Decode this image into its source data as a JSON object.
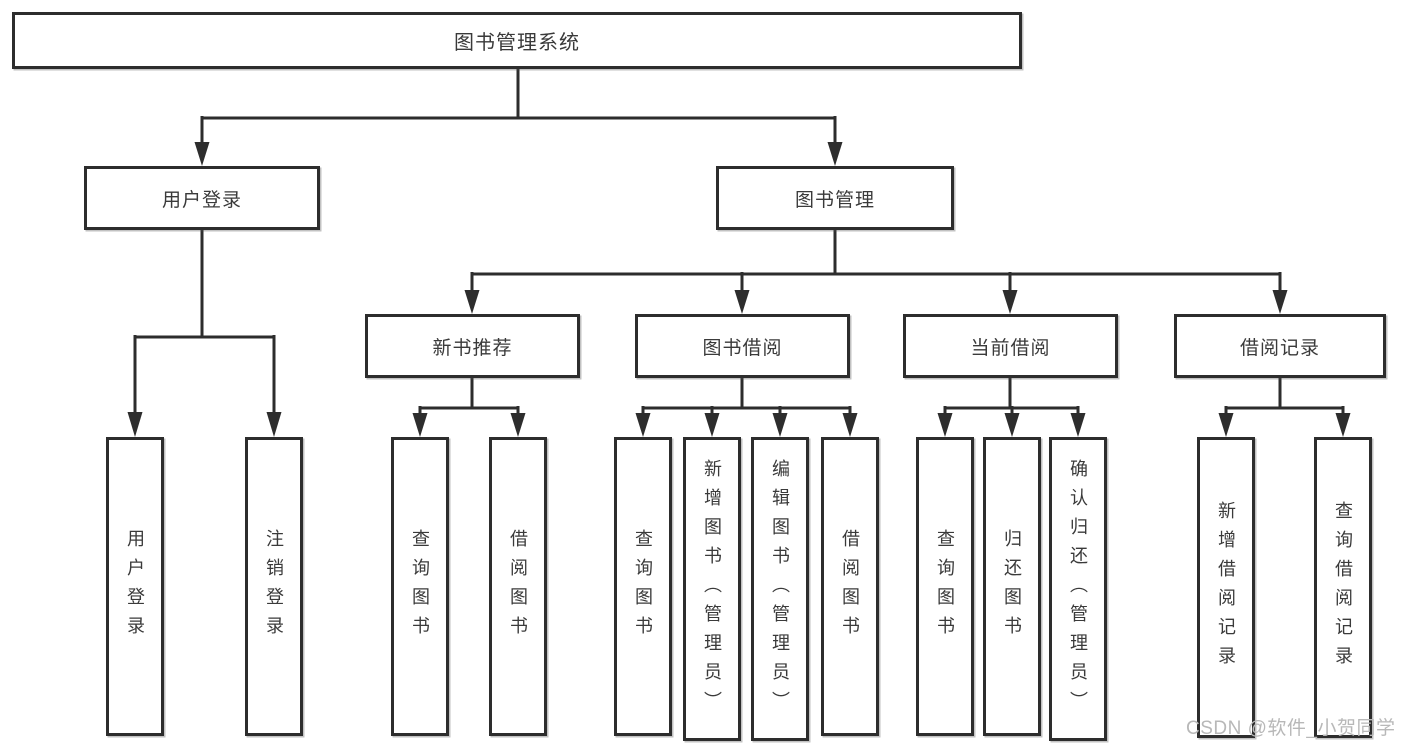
{
  "diagram": {
    "title": "图书管理系统",
    "root": {
      "label": "图书管理系统"
    },
    "level2": [
      {
        "label": "用户登录"
      },
      {
        "label": "图书管理"
      }
    ],
    "level3": [
      {
        "label": "新书推荐"
      },
      {
        "label": "图书借阅"
      },
      {
        "label": "当前借阅"
      },
      {
        "label": "借阅记录"
      }
    ],
    "leaves": [
      {
        "label": "用户登录",
        "parent": "用户登录"
      },
      {
        "label": "注销登录",
        "parent": "用户登录"
      },
      {
        "label": "查询图书",
        "parent": "新书推荐"
      },
      {
        "label": "借阅图书",
        "parent": "新书推荐"
      },
      {
        "label": "查询图书",
        "parent": "图书借阅"
      },
      {
        "label": "新增图书（管理员）",
        "parent": "图书借阅"
      },
      {
        "label": "编辑图书（管理员）",
        "parent": "图书借阅"
      },
      {
        "label": "借阅图书",
        "parent": "图书借阅"
      },
      {
        "label": "查询图书",
        "parent": "当前借阅"
      },
      {
        "label": "归还图书",
        "parent": "当前借阅"
      },
      {
        "label": "确认归还（管理员）",
        "parent": "当前借阅"
      },
      {
        "label": "新增借阅记录",
        "parent": "借阅记录"
      },
      {
        "label": "查询借阅记录",
        "parent": "借阅记录"
      }
    ]
  },
  "watermark": {
    "text": "CSDN @软件_小贺同学"
  },
  "colors": {
    "line": "#2d2d2d",
    "text": "#3a3a3a",
    "box_background": "#ffffff",
    "page_background": "#ffffff",
    "watermark": "#b8b8b8"
  }
}
